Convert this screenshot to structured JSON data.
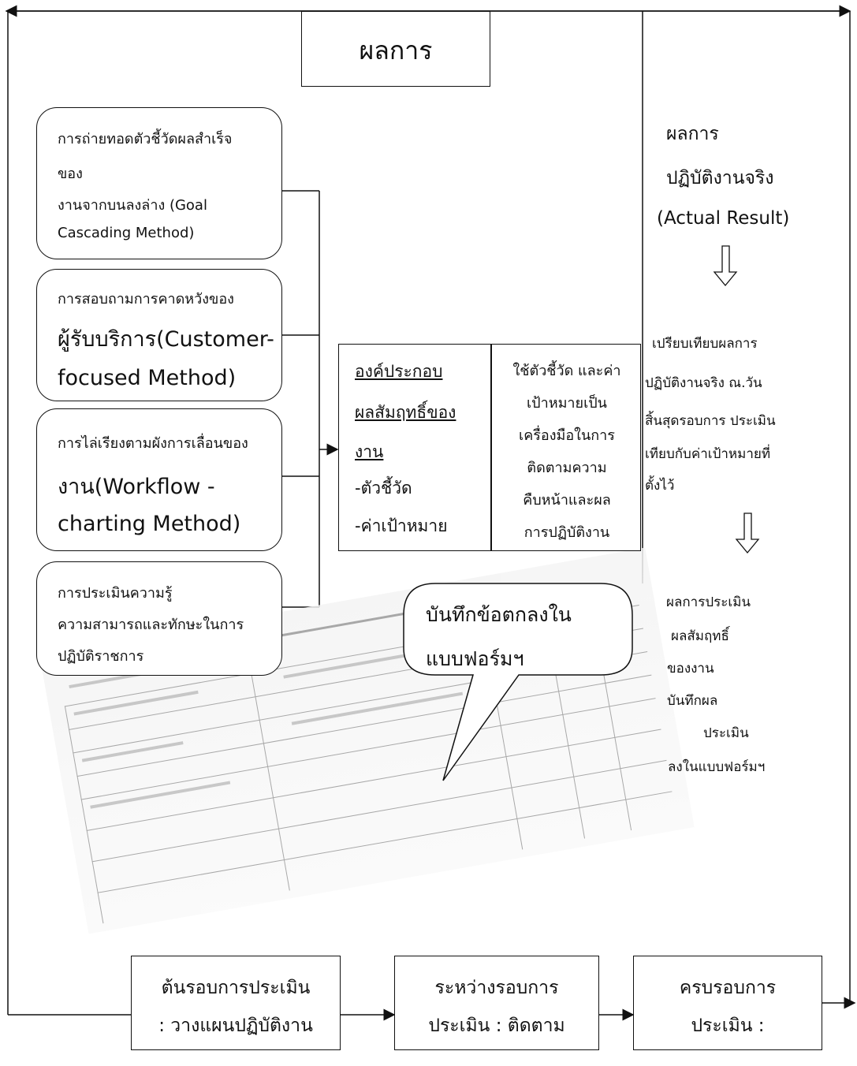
{
  "top": {
    "result_label": "ผลการ"
  },
  "methods": [
    {
      "lines": [
        "การถ่ายทอดตัวชี้วัดผลสำเร็จ",
        "ของ",
        "งานจากบนลงล่าง (Goal",
        "Cascading Method)"
      ]
    },
    {
      "lines": [
        "การสอบถามการคาดหวังของ",
        "ผู้รับบริการ(Customer-",
        "focused Method)"
      ]
    },
    {
      "lines": [
        "การไล่เรียงตามผังการเลื่อนของ",
        "งาน(Workflow -",
        "charting Method)"
      ]
    },
    {
      "lines": [
        "การประเมินความรู้",
        "ความสามารถและทักษะในการ",
        "ปฏิบัติราชการ"
      ]
    }
  ],
  "component": {
    "heading_lines": [
      "องค์ประกอบ",
      "ผลสัมฤทธิ์ของ",
      "งาน"
    ],
    "items": [
      "-ตัวชี้วัด",
      "-ค่าเป้าหมาย"
    ]
  },
  "tool": {
    "lines": [
      "ใช้ตัวชี้วัด และค่า",
      "เป้าหมายเป็น",
      "เครื่องมือในการ",
      "ติดตามความ",
      "คืบหน้าและผล",
      "การปฏิบัติงาน"
    ]
  },
  "actual": {
    "lines": [
      "ผลการ",
      "ปฏิบัติงานจริง",
      "(Actual Result)"
    ]
  },
  "compare": {
    "lines": [
      "เปรียบเทียบผลการ",
      "ปฏิบัติงานจริง ณ.วัน",
      "สิ้นสุดรอบการ   ประเมิน",
      "เทียบกับค่าเป้าหมายที่",
      "ตั้งไว้"
    ]
  },
  "evaluation": {
    "lines": [
      "ผลการประเมิน",
      "ผลสัมฤทธิ์",
      "ของงาน",
      "บันทึกผล",
      "ประเมิน",
      "ลงในแบบฟอร์มฯ"
    ]
  },
  "callout": {
    "lines": [
      "บันทึกข้อตกลงใน",
      "แบบฟอร์มฯ"
    ]
  },
  "phases": [
    {
      "lines": [
        "ต้นรอบการประเมิน",
        ": วางแผนปฏิบัติงาน"
      ]
    },
    {
      "lines": [
        "ระหว่างรอบการ",
        "ประเมิน : ติดตาม"
      ]
    },
    {
      "lines": [
        "ครบรอบการ",
        "ประเมิน :"
      ]
    }
  ]
}
